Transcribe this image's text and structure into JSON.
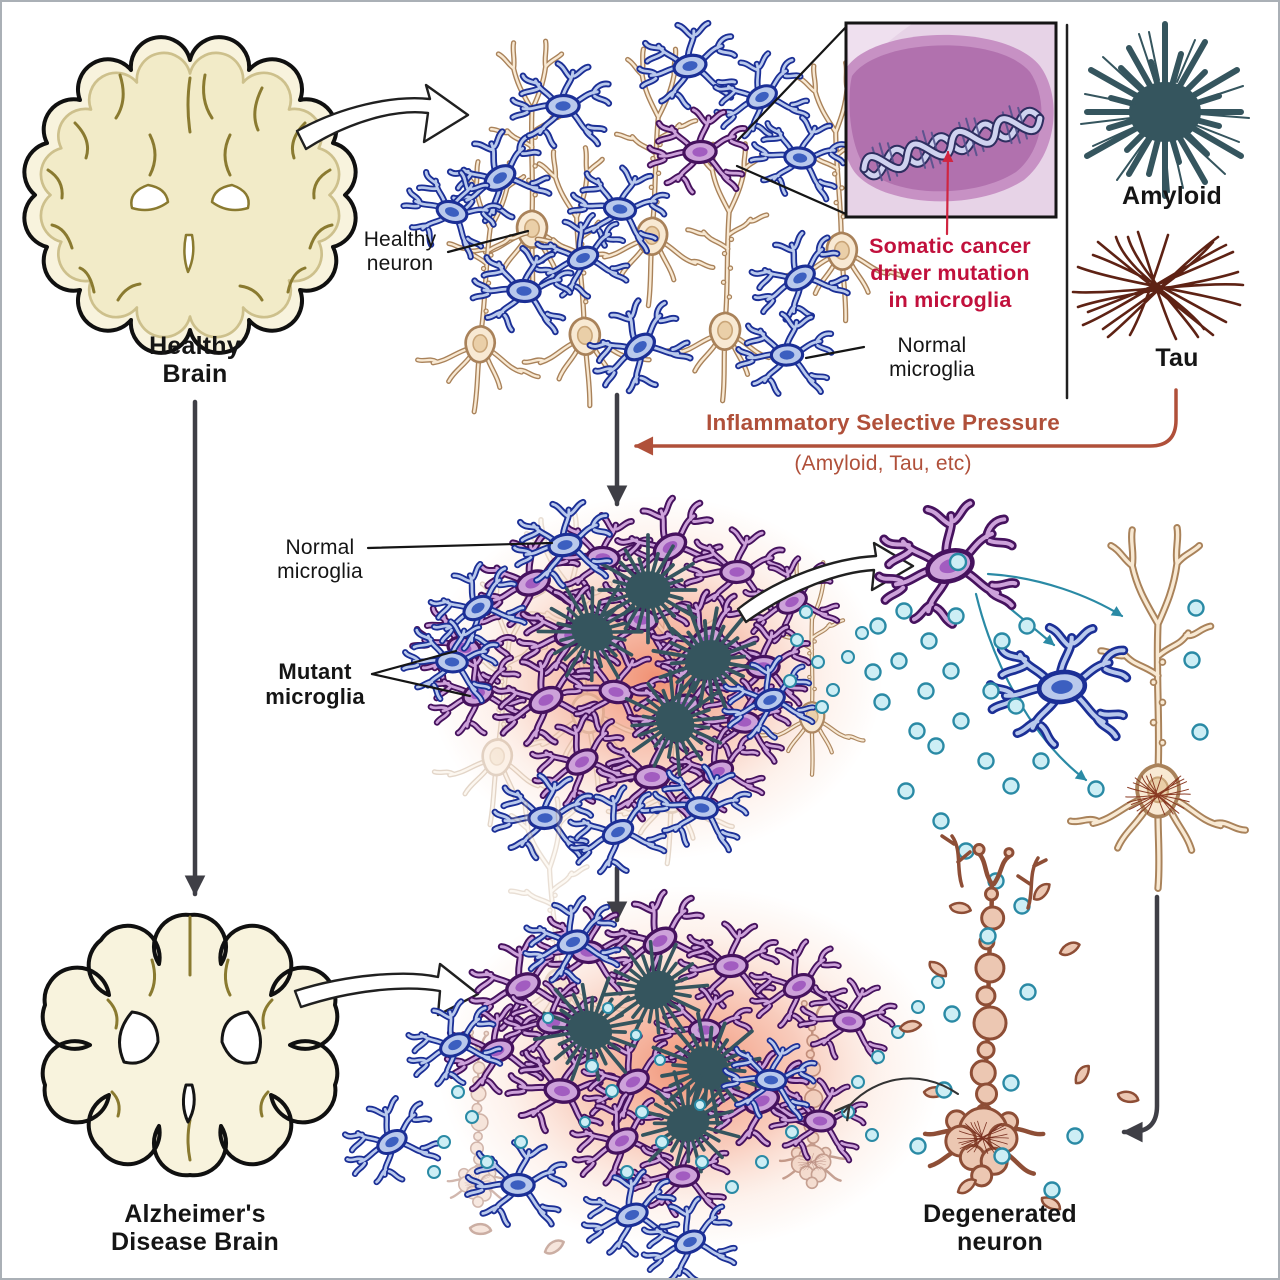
{
  "figure": {
    "type": "scientific-diagram",
    "subject": "Somatic cancer driver mutations in microglia and Alzheimer's disease progression",
    "background": "#ffffff",
    "border_color": "#aab0b6"
  },
  "palette": {
    "brain_fill": "#f8f3dd",
    "brain_inner": "#f2ebc8",
    "brain_outline": "#101010",
    "sulci_olive": "#8a7a30",
    "neuron_fill": "#f8e9d3",
    "neuron_outline": "#a9825a",
    "microglia_blue_dark": "#1b2f96",
    "microglia_blue_fill": "#b9c9ec",
    "microglia_purple_dark": "#46125e",
    "microglia_purple_fill": "#cda2da",
    "amyloid_plaque": "#35555e",
    "tau_fibril": "#5e2214",
    "inflammation_glow": "#ed7550",
    "cytokine_fill": "#cdeef5",
    "cytokine_ring": "#2a8aa5",
    "degenerated_fill": "#ecc7b2",
    "degenerated_outline": "#8e4e36",
    "inset_cell_bg": "#e7d3e7",
    "inset_nucleus": "#b171ae",
    "dna_strand": "#cfd2ef",
    "dna_outline": "#2e2e60",
    "crimson_text": "#c1103c",
    "rust_arrow": "#b0503a",
    "dark_arrow": "#3f3f46",
    "teal_arrow": "#2a8aa5",
    "red_arrow": "#d02540"
  },
  "icons": {
    "healthy-brain-icon": "coronal brain section, cream",
    "alzheimers-brain-icon": "atrophied coronal brain section with enlarged ventricles",
    "pyramidal-neuron-icon": "tan pyramidal neuron",
    "normal-microglia-icon": "blue ramified microglia",
    "mutant-microglia-icon": "purple mutant microglia",
    "amyloid-plaque-icon": "dark fibrillar amyloid plaque",
    "tau-fibril-icon": "crossed tau filaments",
    "dna-helix-icon": "DNA double helix in microglial nucleus",
    "cytokine-dot-icon": "secreted teal vesicle",
    "degenerated-neuron-icon": "beaded fragmenting neuron"
  },
  "labels": {
    "healthy_brain": {
      "lines": [
        "Healthy",
        "Brain"
      ]
    },
    "healthy_neuron": {
      "lines": [
        "Healthy",
        "neuron"
      ]
    },
    "somatic_mutation": {
      "lines": [
        "Somatic cancer",
        "driver mutation",
        "in microglia"
      ]
    },
    "normal_microglia_top": {
      "lines": [
        "Normal",
        "microglia"
      ]
    },
    "amyloid": {
      "text": "Amyloid"
    },
    "tau": {
      "text": "Tau"
    },
    "selective_pressure": {
      "text": "Inflammatory Selective Pressure"
    },
    "selective_pressure_sub": {
      "text": "(Amyloid, Tau, etc)"
    },
    "normal_microglia_mid": {
      "lines": [
        "Normal",
        "microglia"
      ]
    },
    "mutant_microglia": {
      "lines": [
        "Mutant",
        "microglia"
      ]
    },
    "alzheimers_brain": {
      "lines": [
        "Alzheimer's",
        "Disease Brain"
      ]
    },
    "degenerated_neuron": {
      "lines": [
        "Degenerated",
        "neuron"
      ]
    }
  }
}
